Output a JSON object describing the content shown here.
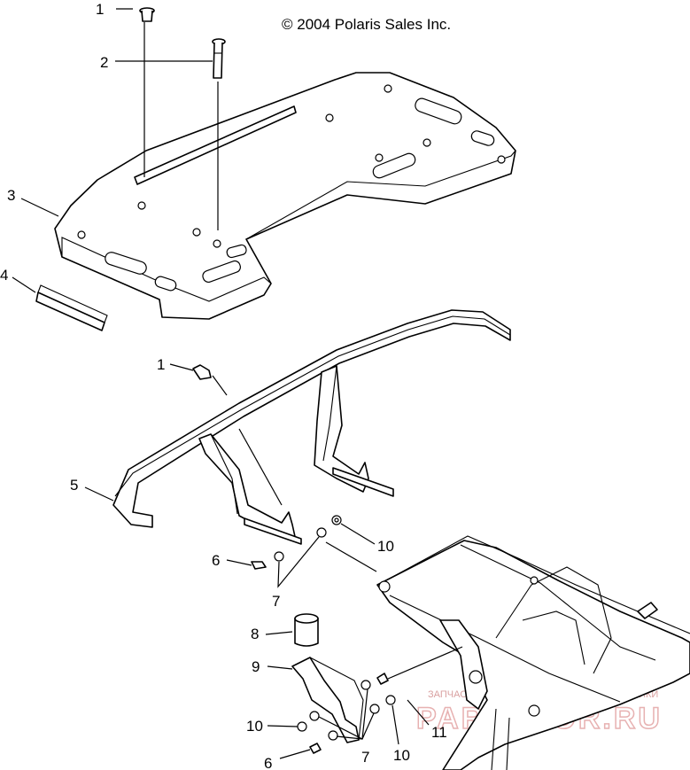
{
  "copyright": "© 2004 Polaris Sales Inc.",
  "callouts": {
    "c1_top": "1",
    "c2": "2",
    "c3": "3",
    "c4": "4",
    "c1_mid": "1",
    "c5": "5",
    "c6_upper": "6",
    "c7_upper": "7",
    "c10_upper": "10",
    "c8": "8",
    "c9": "9",
    "c10_lower_left": "10",
    "c6_lower": "6",
    "c7_lower": "7",
    "c10_lower_right": "10",
    "c11": "11"
  },
  "watermark": {
    "caption": "ЗАПЧАСТИ И АКСЕССУАРЫ ДЛЯ МОТОТЕХНИКИ",
    "brand": "PARTSPOR.RU"
  }
}
